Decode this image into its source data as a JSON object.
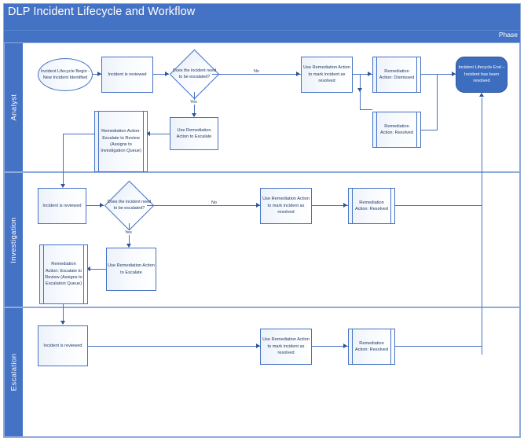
{
  "header": {
    "title": "DLP Incident Lifecycle and Workflow",
    "phase_label": "Phase"
  },
  "colors": {
    "title_bar": "#4472C4",
    "lane_header": "#4472C4",
    "shape_stroke": "#4472C4",
    "shape_text": "#1F3864",
    "end_node_fill": "#3D6DBF",
    "connector": "#4472C4",
    "frame_border": "#8FAADC",
    "canvas": "#FFFFFF"
  },
  "lanes": [
    {
      "id": "analyst",
      "label": "Analyst"
    },
    {
      "id": "investigation",
      "label": "Investigation"
    },
    {
      "id": "escalation",
      "label": "Escalation"
    }
  ],
  "nodes": {
    "analyst": {
      "start": "Incident Lifecycle Begin - New Incident Identified",
      "review": "Incident is reviewed",
      "decision": "Does the incident need to be escalated?",
      "escalate_use": "Use Remediation Action to Escalate",
      "escalate_act": "Remediation Action: Escalate to Review (Assigns to Investigation Queue)",
      "resolve_use": "Use Remediation Action to mark incident as resolved",
      "dismissed": "Remediation Action: Dismissed",
      "resolved": "Remediation Action: Resolved",
      "end": "Incident Lifecycle End – Incident has been resolved"
    },
    "investigation": {
      "review": "Incident is reviewed",
      "decision": "Does the incident need to be escalated?",
      "escalate_use": "Use Remediation Action to Escalate",
      "escalate_act": "Remediation Action: Escalate to Review (Assigns to Escalation Queue)",
      "resolve_use": "Use Remediation Action to mark incident as resolved",
      "resolved": "Remediation Action: Resolved"
    },
    "escalation": {
      "review": "Incident is reviewed",
      "resolve_use": "Use Remediation Action to mark incident as resolved",
      "resolved": "Remediation Action: Resolved"
    }
  },
  "edge_labels": {
    "analyst_no": "No",
    "analyst_yes": "Yes",
    "investigation_no": "No",
    "investigation_yes": "Yes"
  }
}
